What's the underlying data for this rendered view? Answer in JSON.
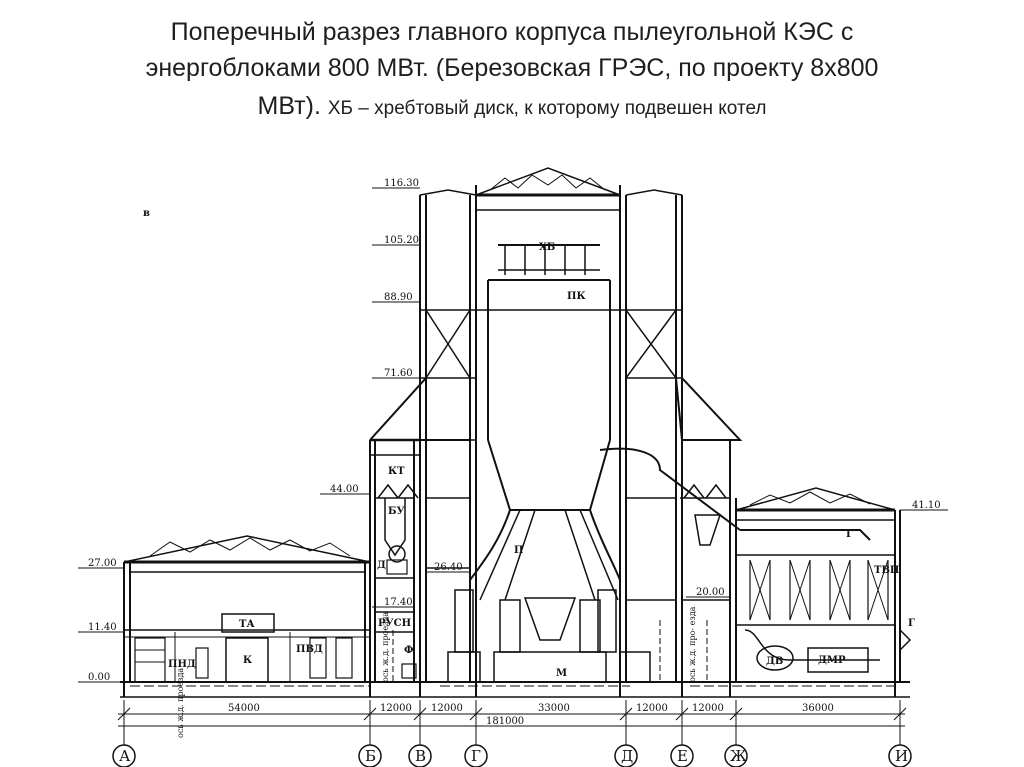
{
  "title": {
    "line1": "Поперечный разрез главного корпуса пылеугольной КЭС с",
    "line2": "энергоблоками 800 МВт. (Березовская ГРЭС, по проекту 8х800",
    "line3_main": "МВт).",
    "line3_note": "ХБ – хребтовый диск, к которому подвешен котел"
  },
  "section_mark": "в",
  "levels": [
    "116.30",
    "105.20",
    "88.90",
    "71.60",
    "44.00",
    "27.00",
    "26.40",
    "20.00",
    "17.40",
    "11.40",
    "0.00",
    "41.10"
  ],
  "labels": {
    "hb": "ХБ",
    "pk": "ПК",
    "kt": "КТ",
    "bu": "БУ",
    "d": "Д",
    "p": "П",
    "rusn": "РУСН",
    "f": "Ф",
    "ta": "ТА",
    "k": "К",
    "pnd": "ПНД",
    "pvd": "ПВД",
    "m": "М",
    "g1": "Г",
    "g2": "Г",
    "tvp": "ТВП",
    "dv": "ДВ",
    "dmr": "ДМР"
  },
  "rail_labels": [
    "ось ж.д. проезда",
    "ось ж.д. проезда",
    "ось ж.д. про- езда"
  ],
  "dimensions": [
    "54000",
    "12000",
    "12000",
    "33000",
    "12000",
    "12000",
    "36000",
    "181000"
  ],
  "axes": [
    "А",
    "Б",
    "В",
    "Г",
    "Д",
    "Е",
    "Ж",
    "И"
  ]
}
